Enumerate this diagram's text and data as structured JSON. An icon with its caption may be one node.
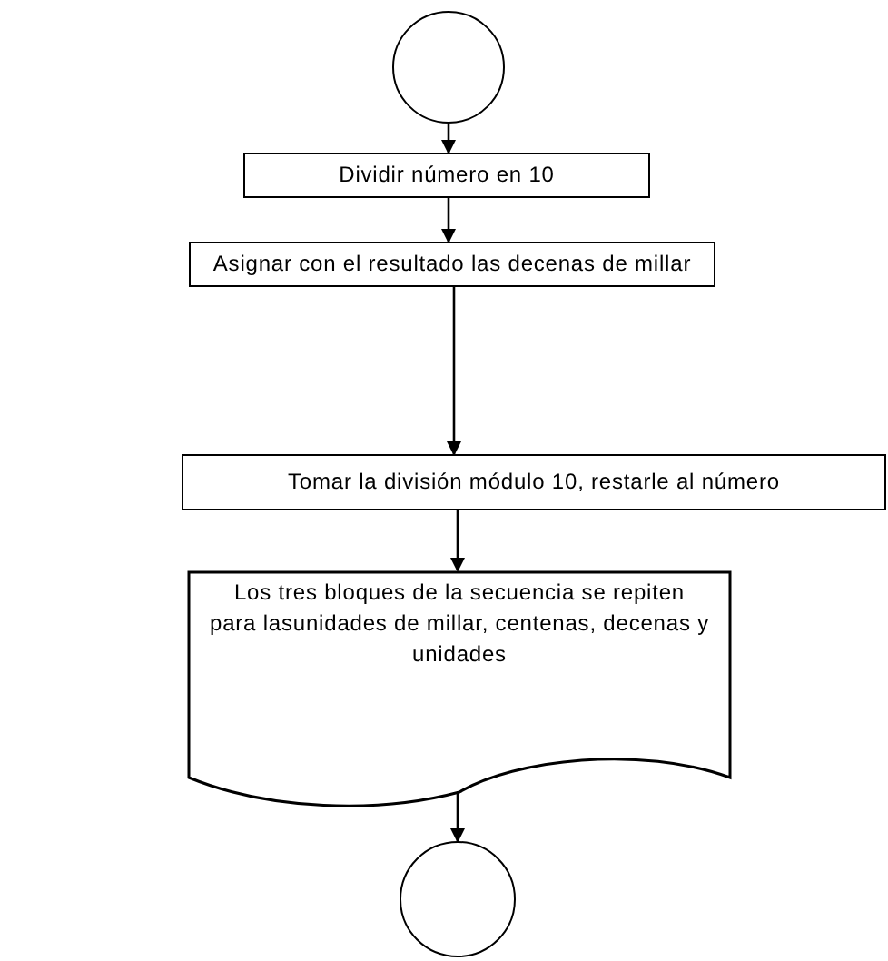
{
  "diagram": {
    "nodes": [
      {
        "text": [],
        "shape": "circle"
      },
      {
        "text": [
          "Dividir número en 10"
        ]
      },
      {
        "text": [
          "Asignar con el resultado las decenas de millar"
        ]
      },
      {
        "text": [
          "Tomar la división módulo 10, restarle al número"
        ]
      },
      {
        "text": [
          "Los tres bloques de la secuencia se repiten para lasunidades de millar, centenas, decenas y unidades"
        ]
      },
      {
        "text": [],
        "shape": "circle"
      }
    ],
    "edges": [
      {
        "from": 0,
        "to": 1,
        "arrow": "to"
      },
      {
        "from": 1,
        "to": 2,
        "arrow": "to"
      },
      {
        "from": 2,
        "to": 3,
        "arrow": "to"
      },
      {
        "from": 3,
        "to": 4,
        "arrow": "to"
      },
      {
        "from": 4,
        "to": 5,
        "arrow": "to"
      }
    ]
  }
}
